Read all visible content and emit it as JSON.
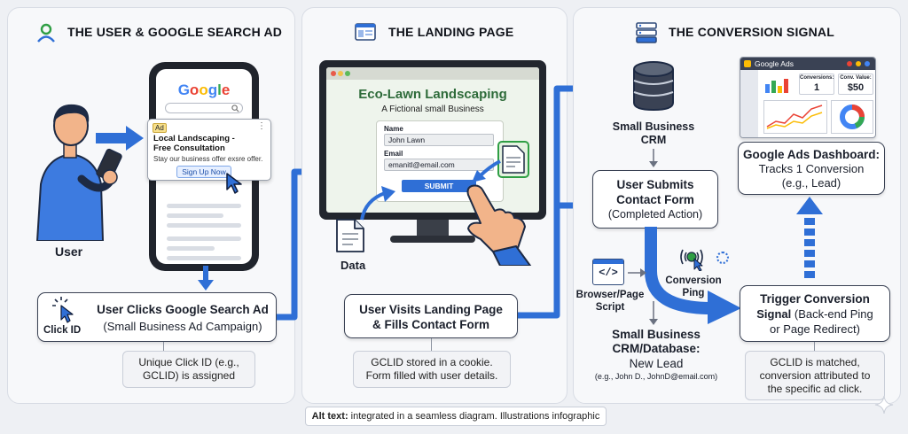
{
  "panels": {
    "user": {
      "title": "THE USER & GOOGLE SEARCH AD"
    },
    "landing": {
      "title": "THE LANDING PAGE"
    },
    "conversion": {
      "title": "THE CONVERSION SIGNAL"
    }
  },
  "phone": {
    "logo": "Google",
    "ad_badge": "Ad",
    "ad_title": "Local Landscaping - Free Consultation",
    "ad_desc": "Stay our business offer exsre offer.",
    "ad_button": "Sign Up Now",
    "menu_dots": "⋮"
  },
  "user_label": "User",
  "click_id_label": "Click ID",
  "step1": {
    "title": "User Clicks Google Search Ad",
    "subtitle": "(Small Business Ad Campaign)",
    "note_line1": "Unique Click ID (e.g.,",
    "note_line2": "GCLID) is assigned"
  },
  "landing_page": {
    "site_title": "Eco-Lawn Landscaping",
    "site_subtitle": "A Fictional small Business",
    "name_label": "Name",
    "name_value": "John Lawn",
    "email_label": "Email",
    "email_value": "emanitl@email.com",
    "submit_label": "SUBMIT",
    "data_label": "Data"
  },
  "step2": {
    "title_line1": "User Visits Landing Page",
    "title_line2": "& Fills Contact Form",
    "note_line1": "GCLID stored in a cookie.",
    "note_line2": "Form filled with user details."
  },
  "crm": {
    "label_line1": "Small Business",
    "label_line2": "CRM"
  },
  "submit_card": {
    "title_line1": "User Submits",
    "title_line2": "Contact Form",
    "subtitle": "(Completed Action)"
  },
  "script": {
    "label_line1": "Browser/Page",
    "label_line2": "Script",
    "glyph": "</>"
  },
  "ping": {
    "label_line1": "Conversion",
    "label_line2": "Ping"
  },
  "crm_db": {
    "title_line1": "Small Business",
    "title_line2": "CRM/Database:",
    "value": "New Lead",
    "example": "(e.g., John D., JohnD@email.com)"
  },
  "dashboard_ui": {
    "app_name": "Google Ads",
    "conversions_label": "Conversions:",
    "conversions_value": "1",
    "conv_value_label": "Conv. Value:",
    "conv_value_value": "$50"
  },
  "dashboard_card": {
    "title": "Google Ads Dashboard:",
    "line2": "Tracks 1 Conversion",
    "line3": "(e.g., Lead)"
  },
  "trigger": {
    "title_line1": "Trigger Conversion",
    "title_line2_bold": "Signal",
    "title_line2_rest": " (Back-end Ping",
    "title_line3": "or Page Redirect)",
    "note_line1": "GCLID is matched,",
    "note_line2": "conversion attributed to",
    "note_line3": "the specific ad click."
  },
  "caption": {
    "label": "Alt text:",
    "text": " integrated in a seamless diagram. Illustrations infographic"
  },
  "colors": {
    "accent_blue": "#2f6fd6",
    "google_blue": "#4285F4",
    "google_red": "#EA4335",
    "google_yellow": "#FBBC05",
    "google_green": "#34A853",
    "site_green": "#2e6b3a"
  }
}
